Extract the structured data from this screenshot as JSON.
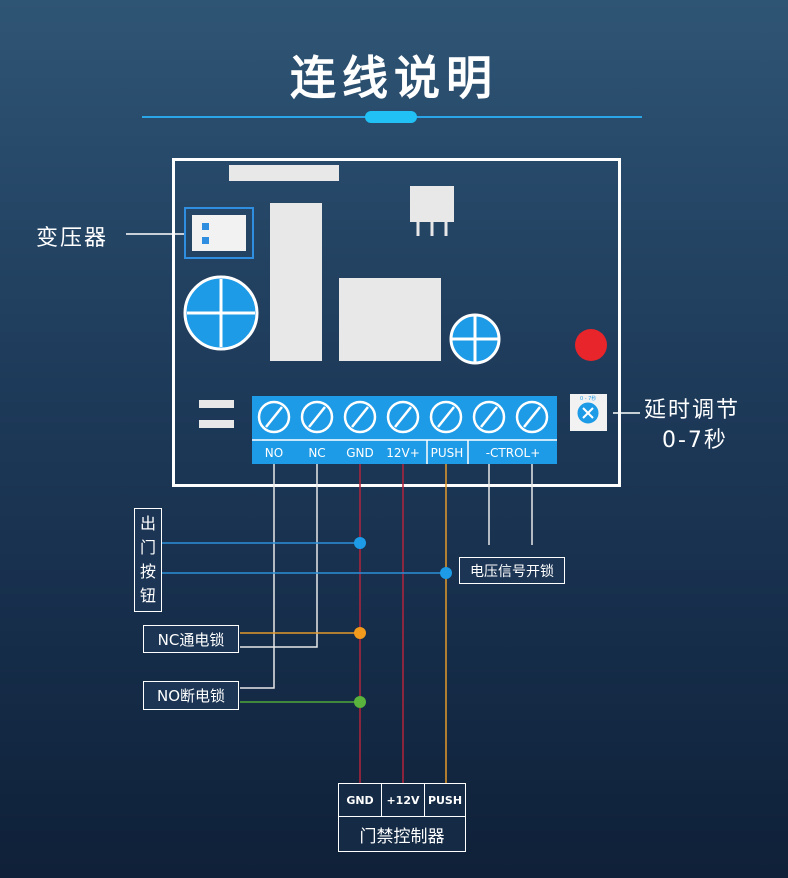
{
  "title": "连线说明",
  "labels": {
    "transformer": "变压器",
    "delay_line1": "延时调节",
    "delay_line2": "0-7秒",
    "exit_button": [
      "出",
      "门",
      "按",
      "钮"
    ],
    "nc_lock": "NC通电锁",
    "no_lock": "NO断电锁",
    "voltage_lock": "电压信号开锁",
    "controller": "门禁控制器",
    "pot_tiny": "0 - 7秒"
  },
  "terminals": [
    "NO",
    "NC",
    "GND",
    "12V+",
    "PUSH",
    "-CTROL+"
  ],
  "controller_terminals": [
    "GND",
    "+12V",
    "PUSH"
  ],
  "colors": {
    "accent": "#22c1f5",
    "terminal_blue": "#1e9be6",
    "red_led": "#e8252a",
    "wire_red": "#b2243c",
    "wire_orange": "#e49a2a",
    "wire_blue": "#2a8fd8",
    "wire_green": "#4fa83a",
    "dot_blue": "#1e9be6",
    "dot_orange": "#f29a1c",
    "dot_green": "#5ab33c"
  }
}
